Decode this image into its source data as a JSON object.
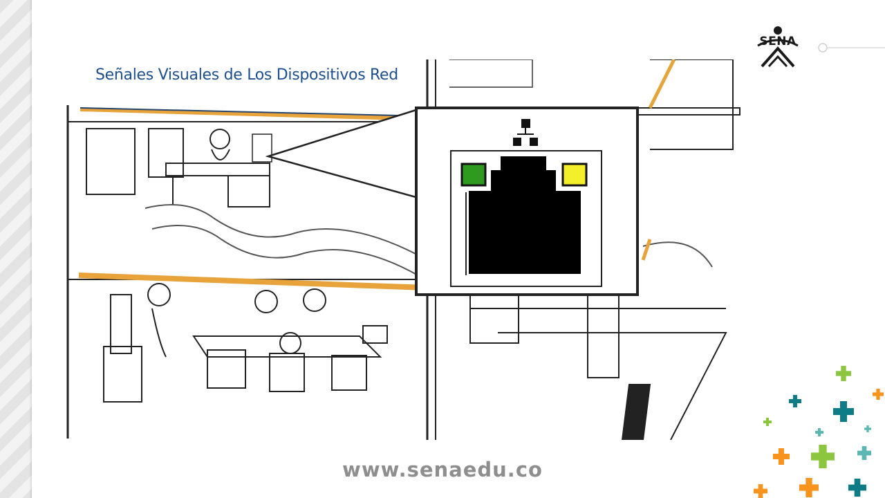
{
  "slide": {
    "title": "Señales Visuales de Los Dispositivos Red",
    "footer_url": "www.senaedu.co"
  },
  "logo": {
    "text": "SENA"
  },
  "illustration": {
    "subject": "network-port-leds-building-cutaway",
    "port_led_colors": {
      "left": "#2e9a1e",
      "right": "#f5ee2a"
    },
    "cable_color": "#e8a33a"
  },
  "decoration": {
    "plus_colors": [
      "#8cc63f",
      "#0e7c86",
      "#f7941d",
      "#5bb7b4"
    ]
  }
}
